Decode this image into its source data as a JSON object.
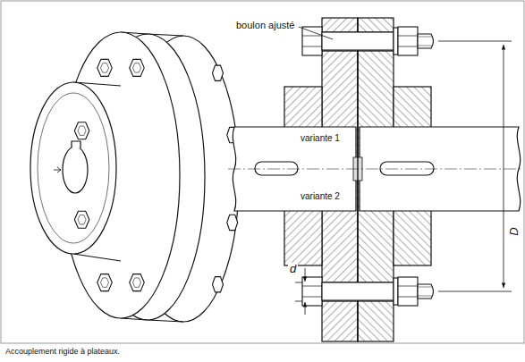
{
  "diagram": {
    "caption": "Accouplement rigide à plateaux.",
    "labels": [
      "boulon ajusté",
      "variante 1",
      "variante 2",
      "D",
      "d"
    ]
  }
}
